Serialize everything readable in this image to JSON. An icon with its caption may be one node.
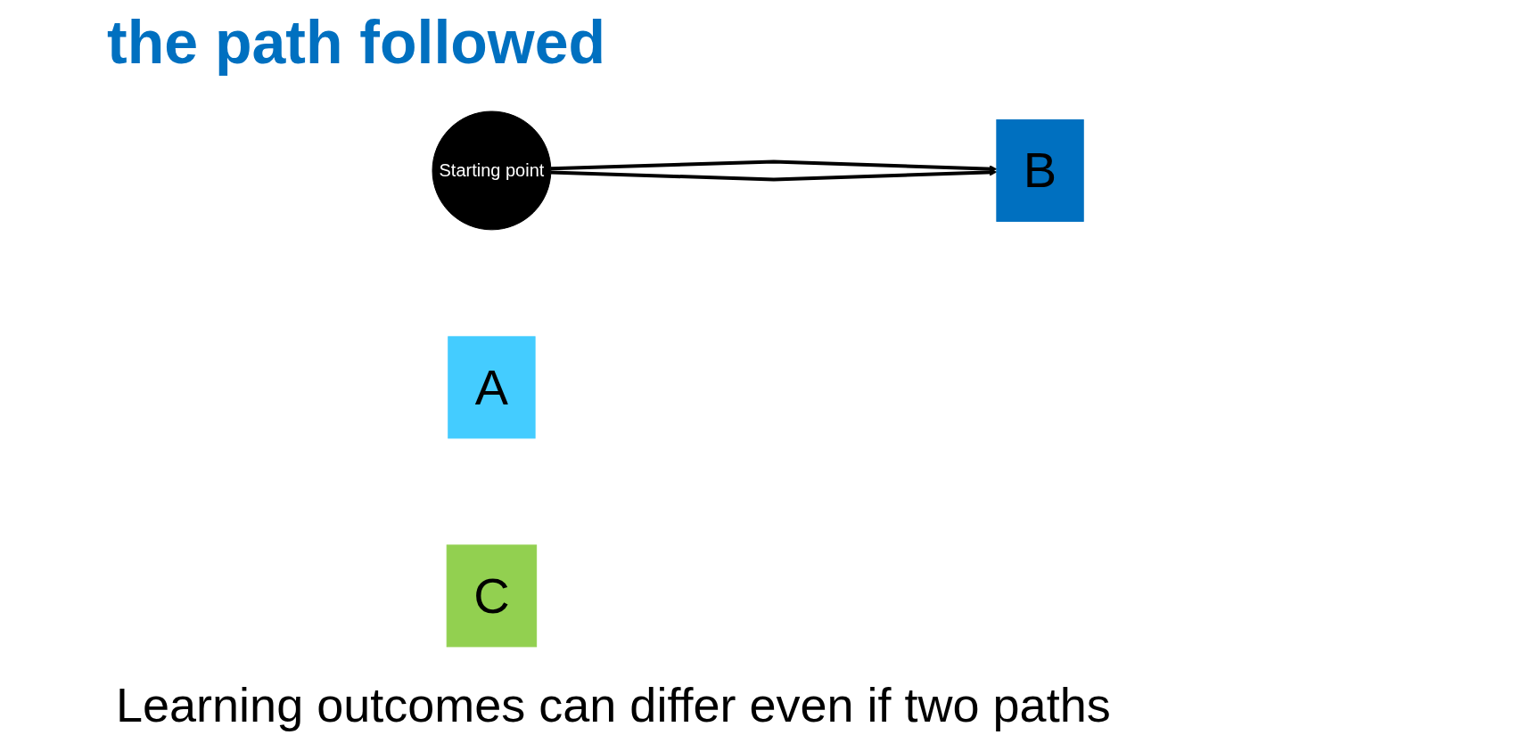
{
  "diagram": {
    "title": "the path followed",
    "caption": "Learning outcomes can differ even if two paths",
    "nodes": [
      {
        "text": [
          "Starting point"
        ]
      },
      {
        "text": [
          "A"
        ]
      },
      {
        "text": [
          "B"
        ]
      },
      {
        "text": [
          "C"
        ]
      }
    ],
    "edges": [
      {
        "from": 0,
        "to": 2,
        "arrow": "to"
      },
      {
        "from": 0,
        "to": 2,
        "arrow": "to"
      }
    ]
  }
}
